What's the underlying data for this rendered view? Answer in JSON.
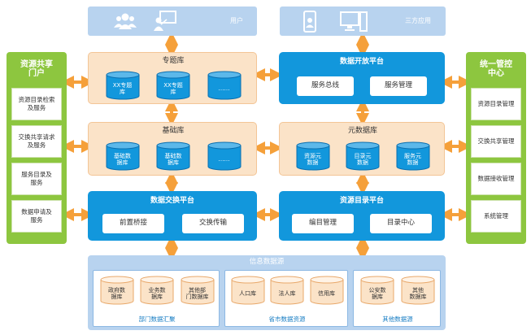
{
  "top": {
    "users_label": "用户",
    "third_party_label": "三方应用"
  },
  "left_panel": {
    "title": "资源共享\n门户",
    "items": [
      "资源目录检索\n及服务",
      "交换共享请求\n及服务",
      "服务目录及\n服务",
      "数据申请及\n服务"
    ]
  },
  "right_panel": {
    "title": "统一管控\n中心",
    "items": [
      "资源目录管理",
      "交换共享管理",
      "数据接收管理",
      "系统管理"
    ]
  },
  "topic_db": {
    "title": "专题库",
    "cylinders": [
      "XX专题\n库",
      "XX专题\n库",
      "……"
    ]
  },
  "base_db": {
    "title": "基础库",
    "cylinders": [
      "基础数\n据库",
      "基础数\n据库",
      "……"
    ]
  },
  "open_platform": {
    "title": "数据开放平台",
    "buttons": [
      "服务总线",
      "服务管理"
    ]
  },
  "meta_db": {
    "title": "元数据库",
    "cylinders": [
      "资源元\n数据",
      "目录元\n数据",
      "服务元\n数据"
    ]
  },
  "exchange_platform": {
    "title": "数据交换平台",
    "buttons": [
      "前置桥接",
      "交换传输"
    ]
  },
  "catalog_platform": {
    "title": "资源目录平台",
    "buttons": [
      "编目管理",
      "目录中心"
    ]
  },
  "info_sources": {
    "title": "信息数据源",
    "groups": [
      {
        "label": "部门数据汇聚",
        "cylinders": [
          "政府数\n据库",
          "业务数\n据库",
          "其他部\n门数据库"
        ]
      },
      {
        "label": "省市数据资源",
        "cylinders": [
          "人口库",
          "法人库",
          "信用库"
        ]
      },
      {
        "label": "其他数据源",
        "cylinders": [
          "公安数\n据库",
          "其他\n数据库"
        ]
      }
    ]
  },
  "colors": {
    "blue": "#1297dc",
    "orange_fill": "#fbe3c8",
    "green": "#8dc63f",
    "light_blue": "#b8d3ef",
    "arrow": "#f5a03a"
  },
  "icons": [
    "users-icon",
    "presenter-icon",
    "mobile-icon",
    "desktop-computer-icon"
  ]
}
